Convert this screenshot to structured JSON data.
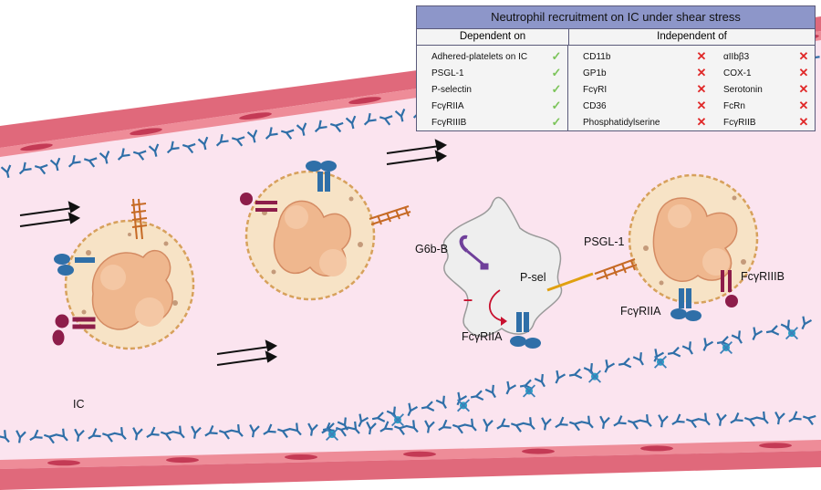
{
  "table": {
    "title": "Neutrophil recruitment on IC under shear stress",
    "dependent_header": "Dependent on",
    "independent_header": "Independent of",
    "dependent": [
      {
        "name": "Adhered-platelets on IC",
        "mark": "✓"
      },
      {
        "name": "PSGL-1",
        "mark": "✓"
      },
      {
        "name": "P-selectin",
        "mark": "✓"
      },
      {
        "name": "FcγRIIA",
        "mark": "✓"
      },
      {
        "name": "FcγRIIIB",
        "mark": "✓"
      }
    ],
    "independent_a": [
      {
        "name": "CD11b",
        "mark": "✕"
      },
      {
        "name": "GP1b",
        "mark": "✕"
      },
      {
        "name": "FcγRI",
        "mark": "✕"
      },
      {
        "name": "CD36",
        "mark": "✕"
      },
      {
        "name": "Phosphatidylserine",
        "mark": "✕"
      }
    ],
    "independent_b": [
      {
        "name": "αIIbβ3",
        "mark": "✕"
      },
      {
        "name": "COX-1",
        "mark": "✕"
      },
      {
        "name": "Serotonin",
        "mark": "✕"
      },
      {
        "name": "FcRn",
        "mark": "✕"
      },
      {
        "name": "FcγRIIB",
        "mark": "✕"
      }
    ]
  },
  "labels": {
    "g6b": "G6b-B",
    "psel": "P-sel",
    "minus": "–",
    "fcgr2a_platelet": "FcγRIIA",
    "psgl1": "PSGL-1",
    "fcgr3b": "FcγRIIIB",
    "fcgr2a_neutrophil": "FcγRIIA",
    "ic": "IC"
  },
  "colors": {
    "vessel_wall": "#e0697b",
    "endothelial_cell": "#ee8c98",
    "lumen": "#fbe4ef",
    "antibody_blue": "#2f6fa8",
    "immune_complex_core": "#2aa3c8",
    "neutrophil_cytoplasm": "#f7e3c6",
    "neutrophil_nucleus": "#efb78e",
    "platelet": "#eeeeee",
    "maroon_receptor": "#8d1d4a",
    "table_header": "#8d96c9",
    "check": "#7cc45a",
    "cross": "#e02828"
  }
}
